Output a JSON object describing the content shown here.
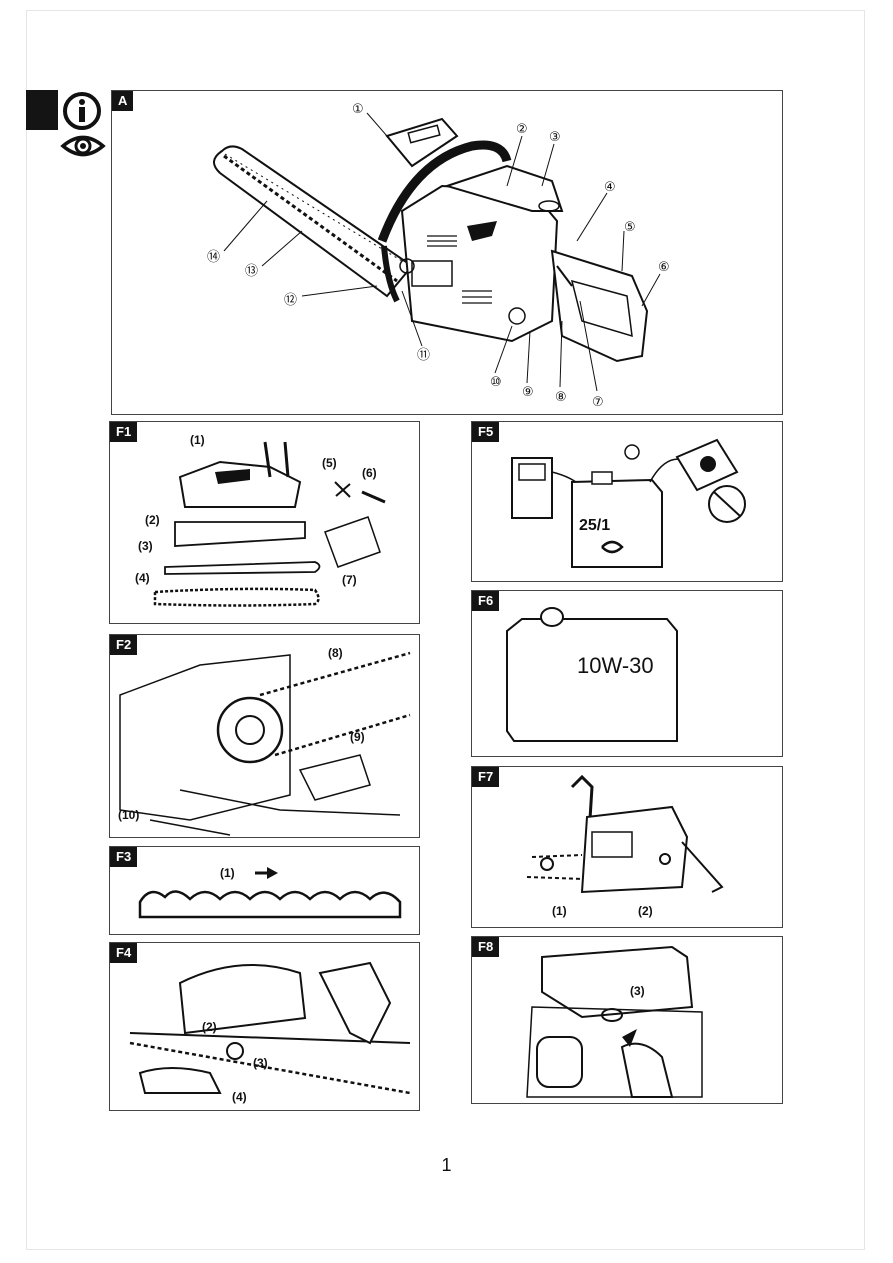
{
  "header": {
    "icons": [
      "info-icon",
      "eye-icon"
    ]
  },
  "panels": {
    "a": {
      "tag": "A",
      "callouts": [
        "①",
        "②",
        "③",
        "④",
        "⑤",
        "⑥",
        "⑦",
        "⑧",
        "⑨",
        "⑩",
        "⑪",
        "⑫",
        "⑬",
        "⑭"
      ]
    },
    "f1": {
      "tag": "F1",
      "labels": [
        "(1)",
        "(2)",
        "(3)",
        "(4)",
        "(5)",
        "(6)",
        "(7)"
      ]
    },
    "f2": {
      "tag": "F2",
      "labels": [
        "(8)",
        "(9)",
        "(10)"
      ]
    },
    "f3": {
      "tag": "F3",
      "labels": [
        "(1)"
      ]
    },
    "f4": {
      "tag": "F4",
      "labels": [
        "(2)",
        "(3)",
        "(4)"
      ]
    },
    "f5": {
      "tag": "F5",
      "can_text": "25/1"
    },
    "f6": {
      "tag": "F6",
      "oil_text": "10W-30"
    },
    "f7": {
      "tag": "F7",
      "labels": [
        "(1)",
        "(2)"
      ]
    },
    "f8": {
      "tag": "F8",
      "labels": [
        "(3)"
      ]
    }
  },
  "footer": {
    "page_number": "1"
  }
}
